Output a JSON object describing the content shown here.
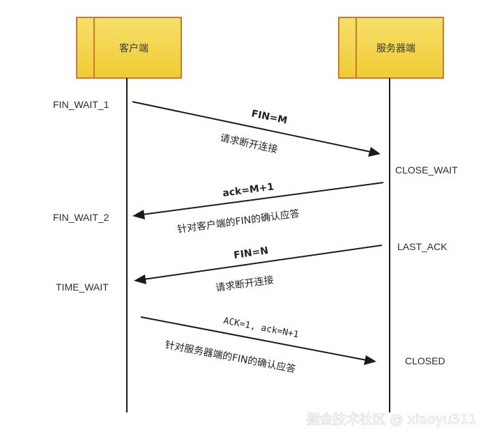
{
  "participants": {
    "client": "客户端",
    "server": "服务器端"
  },
  "states": {
    "client_fin_wait_1": "FIN_WAIT_1",
    "client_fin_wait_2": "FIN_WAIT_2",
    "client_time_wait": "TIME_WAIT",
    "server_close_wait": "CLOSE_WAIT",
    "server_last_ack": "LAST_ACK",
    "server_closed": "CLOSED"
  },
  "messages": [
    {
      "label": "FIN=M",
      "sublabel": "请求断开连接",
      "direction": "client-to-server"
    },
    {
      "label": "ack=M+1",
      "sublabel": "针对客户端的FIN的确认应答",
      "direction": "server-to-client"
    },
    {
      "label": "FIN=N",
      "sublabel": "请求断开连接",
      "direction": "server-to-client"
    },
    {
      "label": "ACK=1, ack=N+1",
      "sublabel": "针对服务器端的FIN的确认应答",
      "direction": "client-to-server"
    }
  ],
  "watermark": "掘金技术社区 @ xiaoyu311",
  "colors": {
    "box_fill": "#f3d54a",
    "box_stroke": "#d2762a",
    "line": "#1a1a1a"
  }
}
